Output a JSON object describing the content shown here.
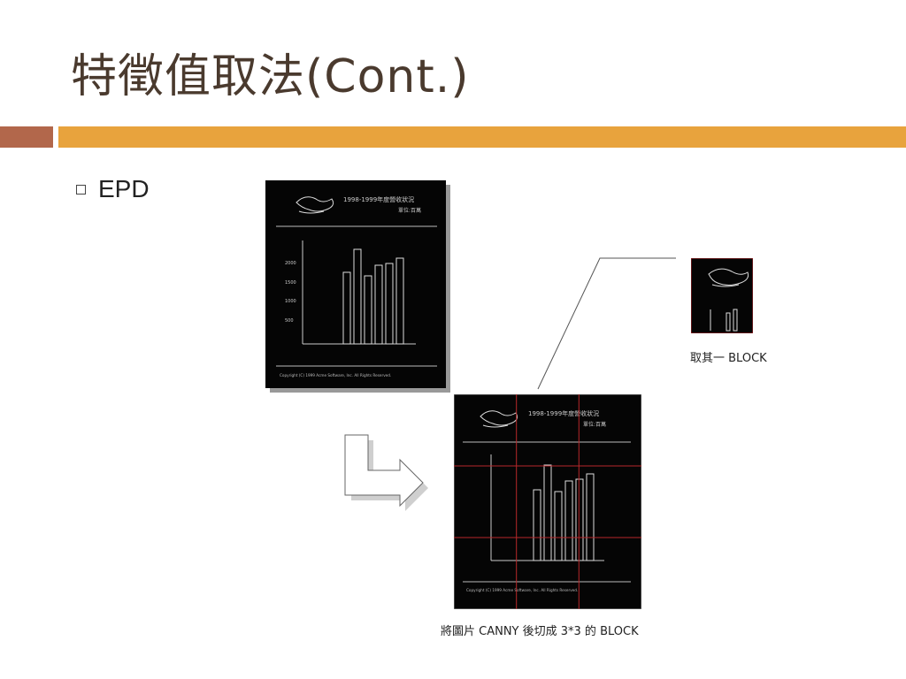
{
  "slide": {
    "title": "特徵值取法(Cont.)",
    "bullet_text": "EPD",
    "caption_block": "取其一 BLOCK",
    "caption_canny": "將圖片 CANNY 後切成 3*3 的 BLOCK",
    "figure_header_line1": "1998-1999年度營收狀況",
    "figure_header_line2": "單位:百萬",
    "figure_footer": "Copyright (C) 1999 Acme Software, Inc. All Rights Reserved.",
    "figure_yticks": [
      "2000",
      "1500",
      "1000",
      "500"
    ]
  },
  "colors": {
    "title": "#4a3a2e",
    "accent_left": "#b2674b",
    "accent_right": "#e8a33d",
    "grid_line": "#b8282a"
  },
  "icons": {
    "bullet": "square-bullet-icon",
    "arrow": "l-shaped-arrow-icon"
  }
}
